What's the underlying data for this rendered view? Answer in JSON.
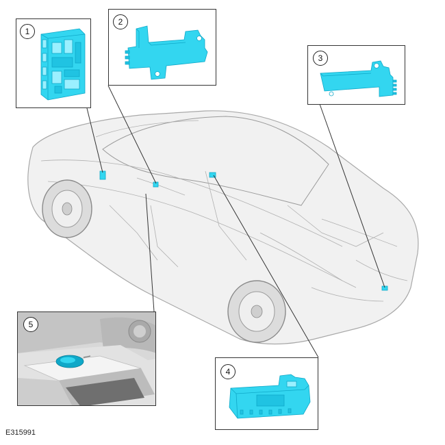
{
  "figure_id": "E315991",
  "callouts": [
    {
      "number": "1",
      "component": "module-1"
    },
    {
      "number": "2",
      "component": "module-2"
    },
    {
      "number": "3",
      "component": "module-3"
    },
    {
      "number": "4",
      "component": "module-4"
    },
    {
      "number": "5",
      "component": "module-5-location-view"
    }
  ],
  "colors": {
    "module_cyan": "#33d6f0",
    "module_cyan_dark": "#0fa8c8",
    "module_cyan_light": "#9bf0ff",
    "car_ghost": "#c9c9c9",
    "leader_line": "#333333"
  }
}
